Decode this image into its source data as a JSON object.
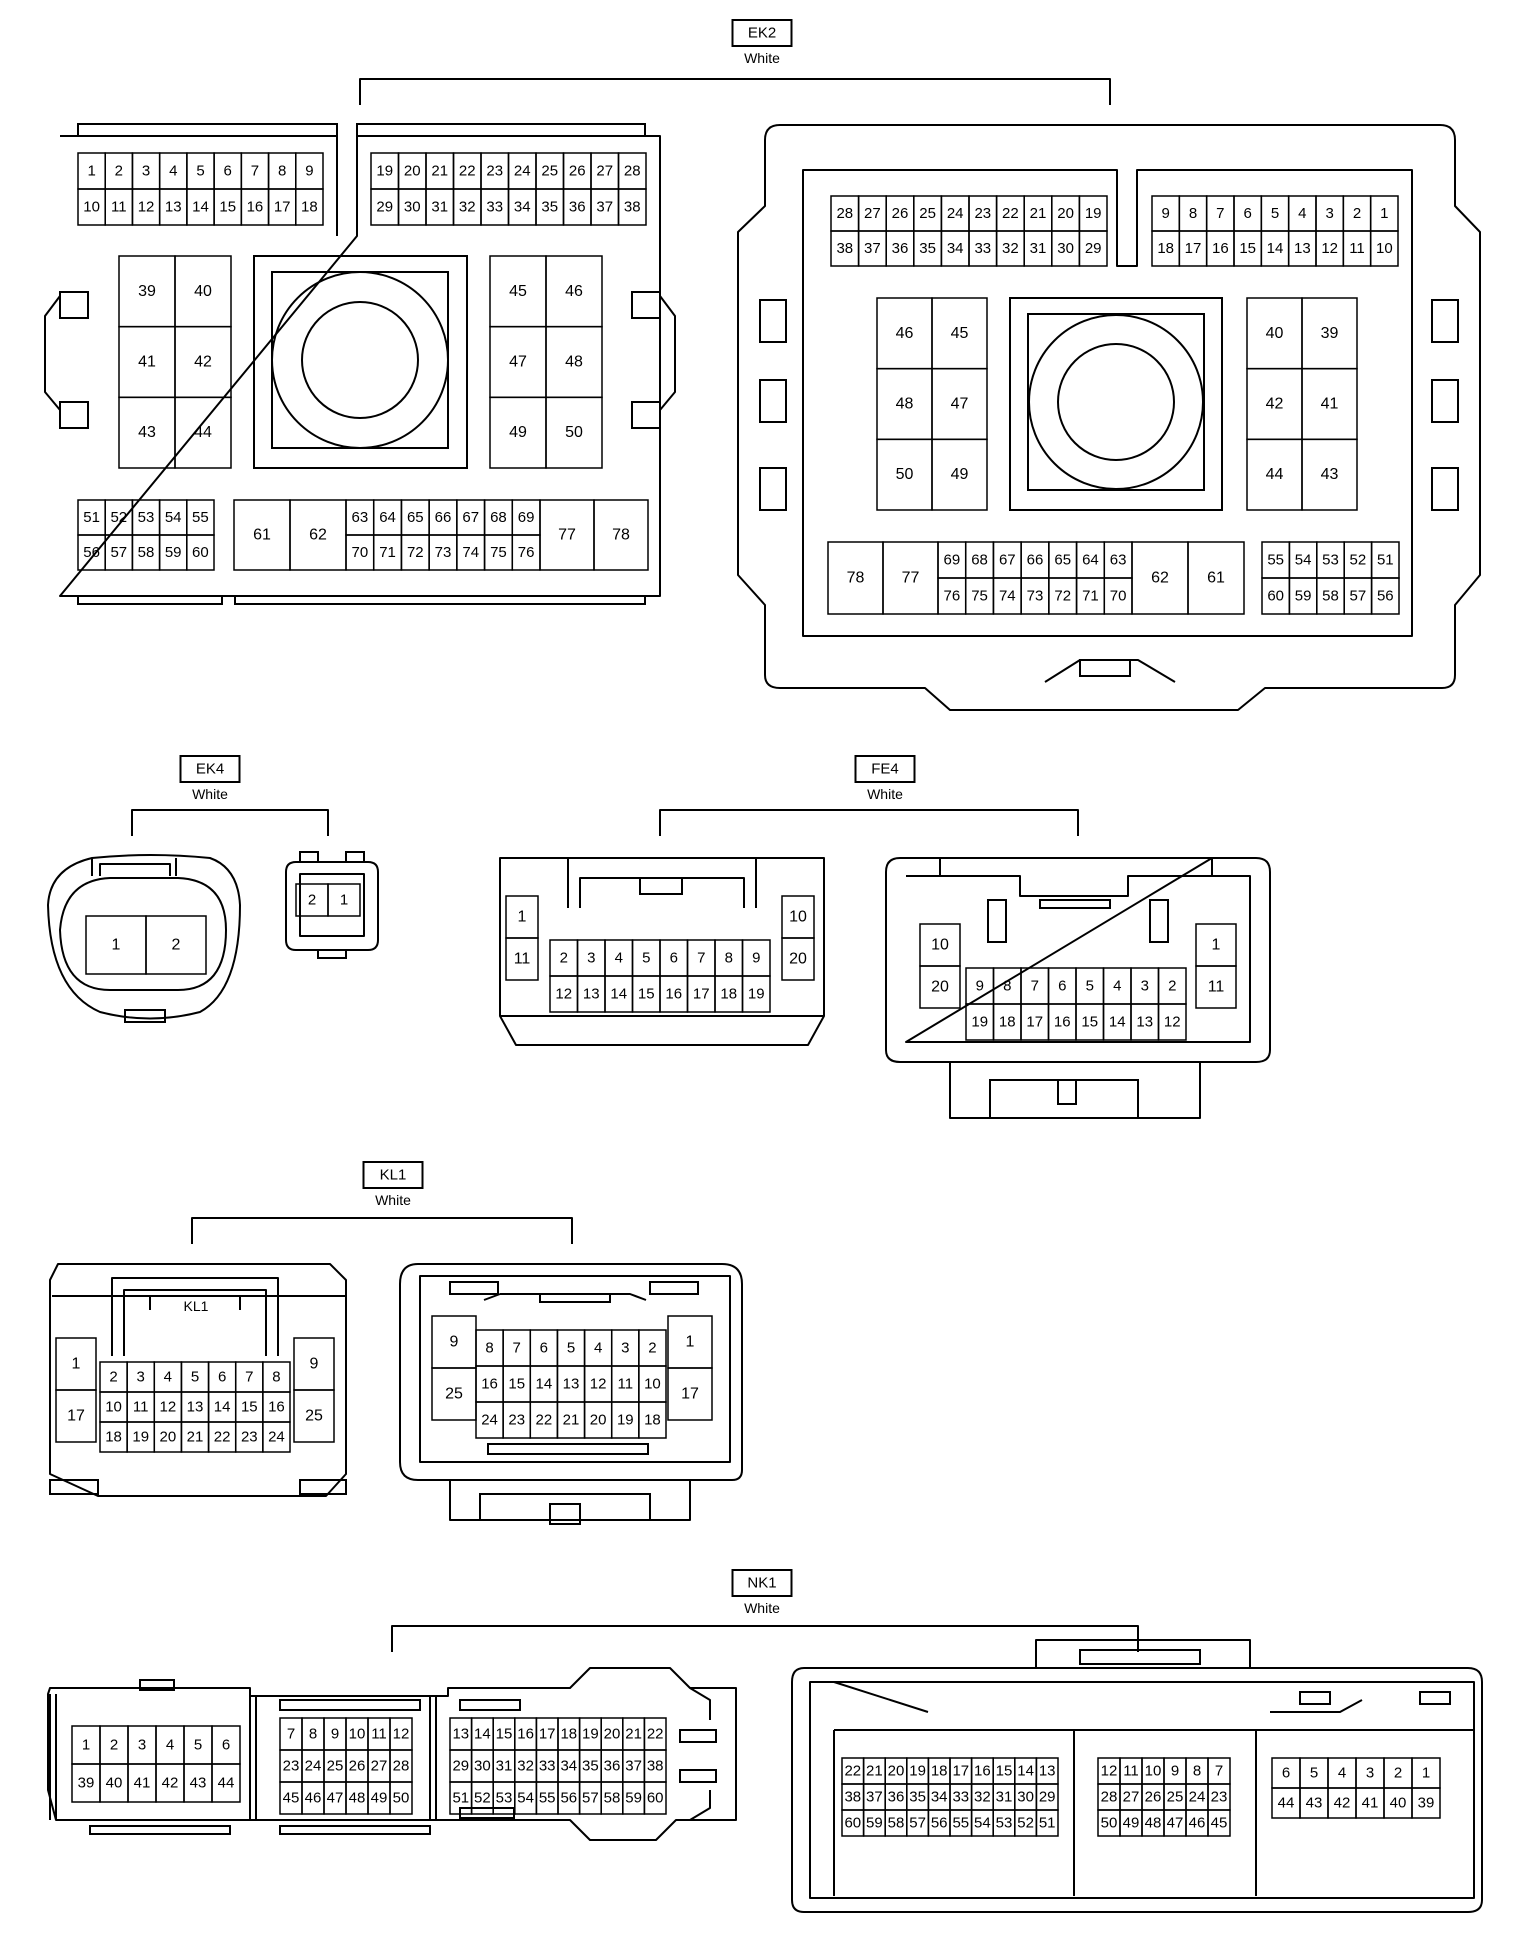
{
  "connectors": [
    {
      "id": "EK2",
      "color": "White"
    },
    {
      "id": "EK4",
      "color": "White"
    },
    {
      "id": "FE4",
      "color": "White"
    },
    {
      "id": "KL1",
      "color": "White"
    },
    {
      "id": "NK1",
      "color": "White"
    }
  ]
}
